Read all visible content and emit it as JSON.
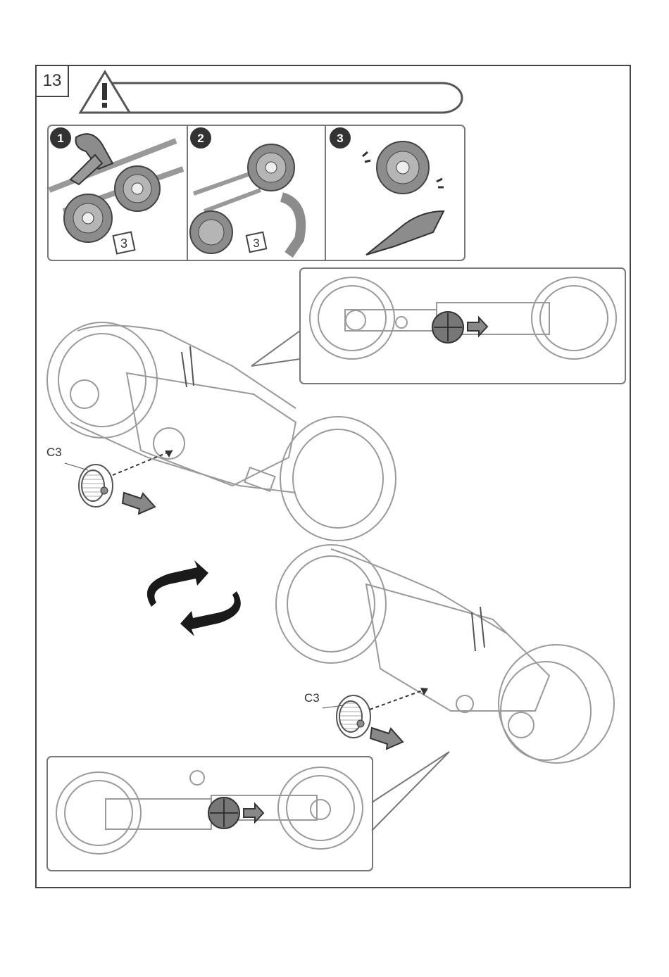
{
  "page": {
    "step_number": "13"
  },
  "warning": {
    "icon": "warning-triangle-icon"
  },
  "sprue_steps": [
    {
      "number": "1",
      "icon": "cutter-icon",
      "part_mark": "3"
    },
    {
      "number": "2",
      "icon": "detach-part-icon",
      "part_mark": "3"
    },
    {
      "number": "3",
      "icon": "trim-nub-icon"
    }
  ],
  "callouts": {
    "top_part_label": "C3",
    "bottom_part_label": "C3"
  },
  "icons": {
    "rotate": "rotate-arrows-icon",
    "direction": "push-arrow-icon"
  },
  "colors": {
    "line": "#555555",
    "light_line": "#9a9a9a",
    "part_fill": "#8c8c8c",
    "badge": "#333333"
  }
}
